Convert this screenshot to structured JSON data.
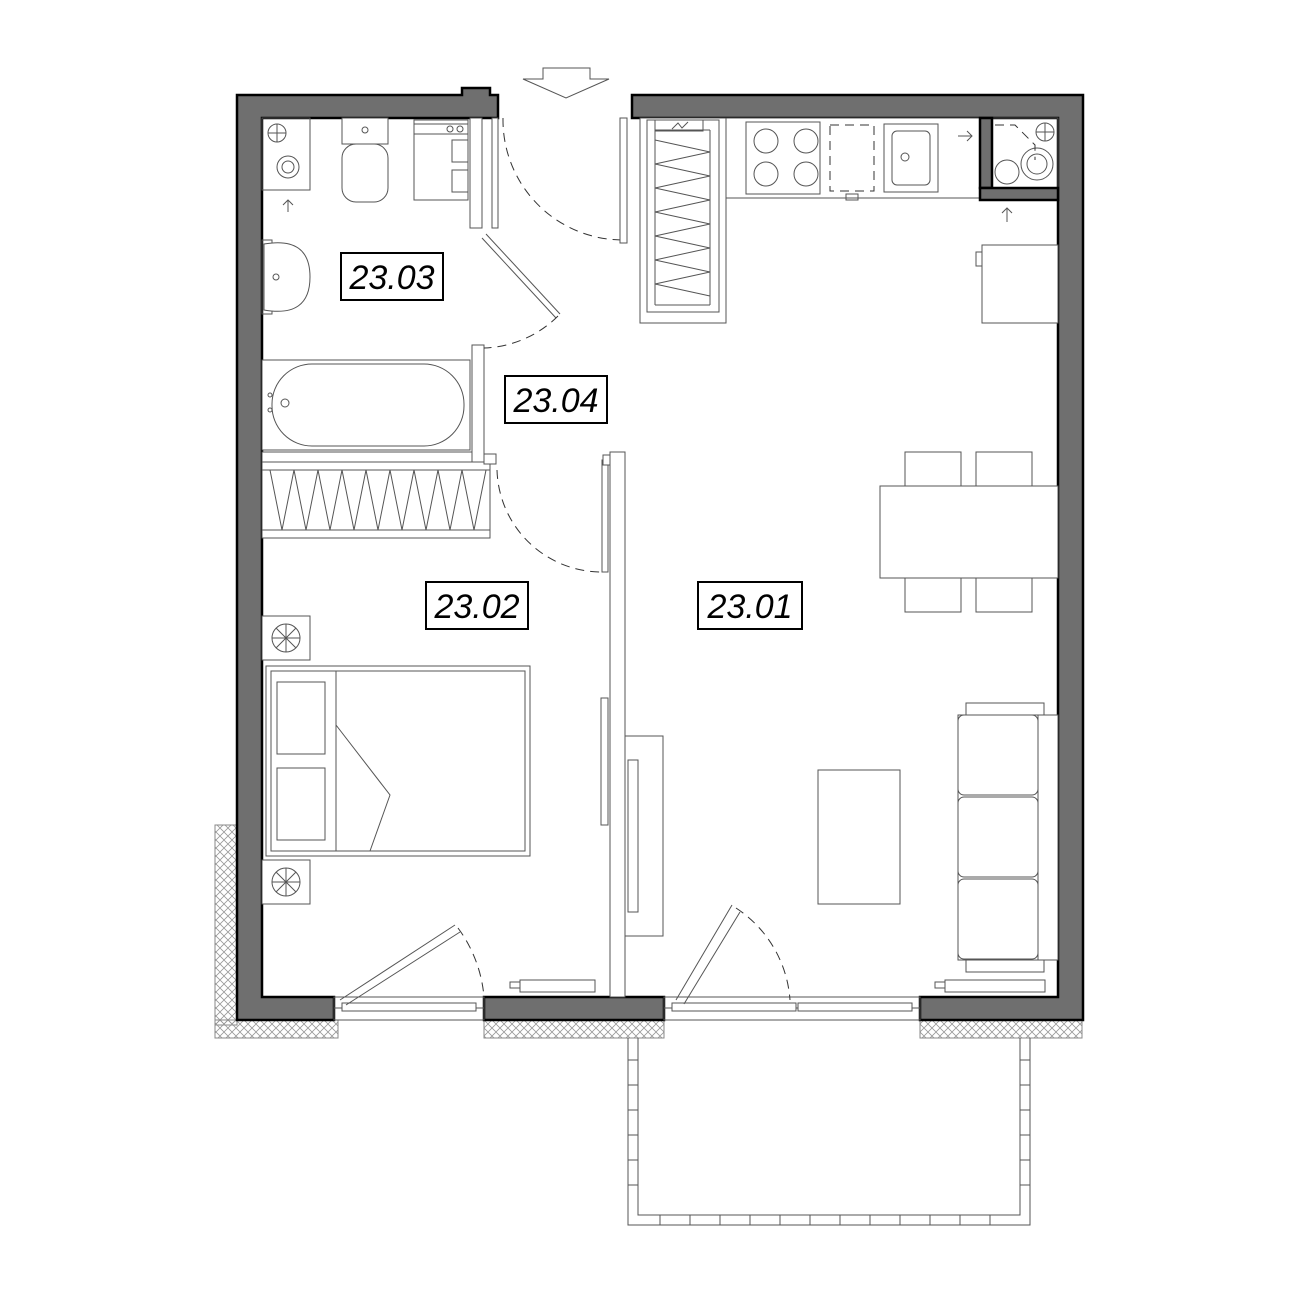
{
  "rooms": [
    {
      "id": "23.01"
    },
    {
      "id": "23.02"
    },
    {
      "id": "23.03"
    },
    {
      "id": "23.04"
    }
  ],
  "colors": {
    "wall": "#6f6f6f",
    "line": "#555555",
    "background": "#ffffff"
  }
}
